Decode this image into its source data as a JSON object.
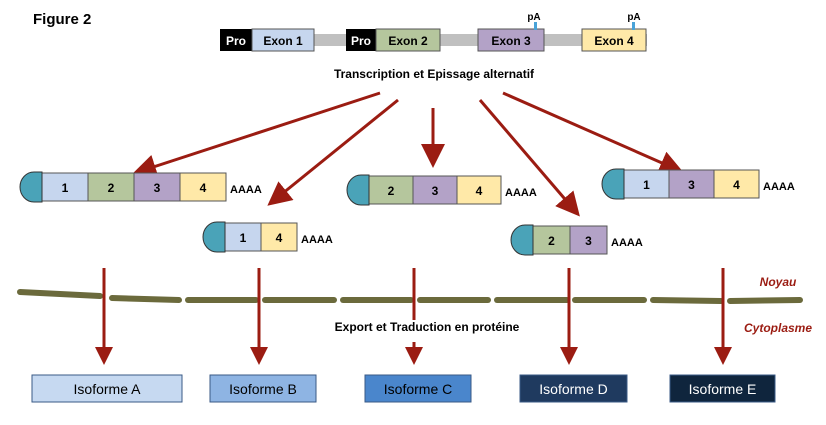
{
  "figure_label": "Figure 2",
  "gene": {
    "promoter_1": "Pro",
    "exon_1": "Exon 1",
    "promoter_2": "Pro",
    "exon_2": "Exon 2",
    "exon_3": "Exon 3",
    "exon_4": "Exon 4",
    "pa_1": "pA",
    "pa_2": "pA"
  },
  "process_1": "Transcription et Epissage alternatif",
  "process_2": "Export et Traduction en protéine",
  "compartments": {
    "nucleus": "Noyau",
    "cytoplasm": "Cytoplasme"
  },
  "polya_tail": "AAAA",
  "transcripts": [
    {
      "exons": [
        "1",
        "2",
        "3",
        "4"
      ]
    },
    {
      "exons": [
        "1",
        "4"
      ]
    },
    {
      "exons": [
        "2",
        "3",
        "4"
      ]
    },
    {
      "exons": [
        "2",
        "3"
      ]
    },
    {
      "exons": [
        "1",
        "3",
        "4"
      ]
    }
  ],
  "isoforms": [
    {
      "label": "Isoforme A"
    },
    {
      "label": "Isoforme B"
    },
    {
      "label": "Isoforme C"
    },
    {
      "label": "Isoforme D"
    },
    {
      "label": "Isoforme E"
    }
  ],
  "colors": {
    "exon_1": "#c6d6ee",
    "exon_2": "#b5c69d",
    "exon_3": "#b3a2c7",
    "exon_4": "#ffe9a8",
    "promoter": "#000000",
    "intron_line": "#c0c0c0",
    "cap": "#4aa3b8",
    "arrow": "#9b1c12",
    "membrane": "#6b6a3c",
    "compartment_label": "#9b1c12",
    "isoform_a": "#c6d9f1",
    "isoform_b": "#8eb4e3",
    "isoform_c": "#4a86cc",
    "isoform_d": "#1f3a5f",
    "isoform_e": "#0f253d"
  }
}
